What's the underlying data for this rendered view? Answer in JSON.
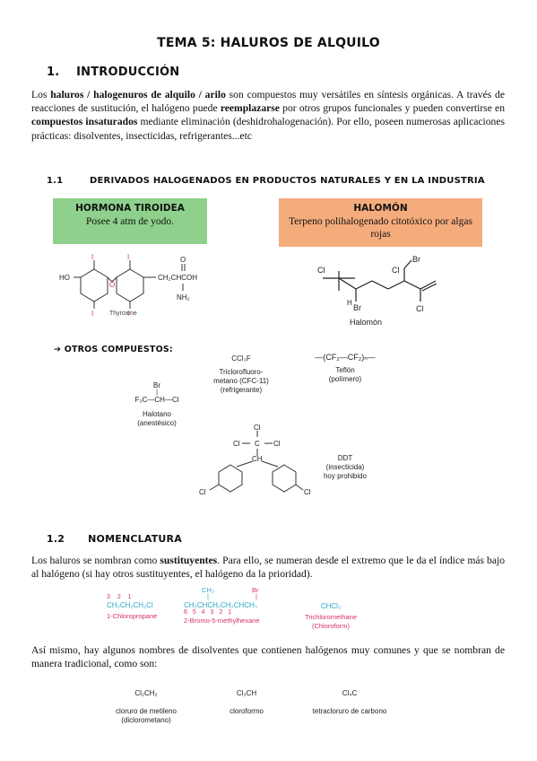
{
  "title": "TEMA 5: HALUROS DE ALQUILO",
  "sec1": {
    "num": "1.",
    "title": "INTRODUCCIÓN"
  },
  "intro": {
    "t1": "Los ",
    "b1": "haluros / halogenuros de alquilo / arilo",
    "t2": " son compuestos muy versátiles en síntesis orgánicas. A través de reacciones de sustitución, el halógeno puede ",
    "b2": "reemplazarse",
    "t3": " por otros grupos funcionales y pueden convertirse en ",
    "b3": "compuestos insaturados",
    "t4": " mediante eliminación (deshidrohalogenación). Por ello, poseen numerosas aplicaciones prácticas: disolventes, insecticidas, refrigerantes...etc"
  },
  "sec11": {
    "num": "1.1",
    "title": "DERIVADOS HALOGENADOS EN PRODUCTOS NATURALES Y EN LA INDUSTRIA"
  },
  "box_green": {
    "title": "HORMONA TIROIDEA",
    "desc": "Posee 4 atm de yodo.",
    "color": "#8fd18c"
  },
  "box_orange": {
    "title": "HALOMÓN",
    "desc": "Terpeno polihalogenado citotóxico por algas rojas",
    "color": "#f5ac7d"
  },
  "thyroxine": {
    "i": "I",
    "ho": "HO",
    "o": "O",
    "chain": "CH₂CHCOH",
    "o2": "O",
    "nh2": "NH₂",
    "caption": "Thyroxine"
  },
  "halomon": {
    "cl": "Cl",
    "br": "Br",
    "h": "H",
    "caption": "Halomón"
  },
  "otros": {
    "arrow": "➔",
    "label": "OTROS COMPUESTOS:"
  },
  "cfc": {
    "formula": "CCl₃F",
    "name": "Triclorofluoro-metano (CFC-11)",
    "use": "(refrigerante)"
  },
  "teflon": {
    "formula": "—(CF₂—CF₂)ₙ—",
    "name": "Teflón",
    "use": "(polímero)"
  },
  "halotano": {
    "br": "Br",
    "formula": "F₃C—CH—Cl",
    "name": "Halotano",
    "use": "(anestésico)"
  },
  "ddt": {
    "cl": "Cl",
    "ch": "CH",
    "c": "C",
    "name": "DDT",
    "use": "(insecticida)",
    "note": "hoy prohibido"
  },
  "sec12": {
    "num": "1.2",
    "title": "NOMENCLATURA"
  },
  "nomen": {
    "t1": "Los haluros se nombran como ",
    "b1": "sustituyentes",
    "t2": ". Para ello, se numeran desde el extremo que le da el índice más bajo al halógeno (si hay otros sustituyentes, el halógeno da la prioridad)."
  },
  "examples": [
    {
      "nums": "3  2  1",
      "formula": "CH₃CH₂CH₂Cl",
      "name": "1-Chloropropane"
    },
    {
      "top1": "CH₃",
      "top2": "Br",
      "formula": "CH₃CHCH₂CH₂CHCH₃",
      "nums": "6  5  4  3  2  1",
      "name": "2-Bromo-5-methylhexane"
    },
    {
      "formula": "CHCl₃",
      "name": "Trichloromethane",
      "name2": "(Chloroform)"
    }
  ],
  "trad_text": "Así mismo, hay algunos nombres de disolventes que contienen halógenos muy comunes y que se nombran de manera tradicional, como son:",
  "solvents": [
    {
      "formula": "Cl₂CH₂",
      "name": "cloruro de metileno",
      "name2": "(diclorometano)"
    },
    {
      "formula": "Cl₃CH",
      "name": "cloroformo"
    },
    {
      "formula": "Cl₄C",
      "name": "tetracloruro de carbono"
    }
  ],
  "colors": {
    "pink": "#d6316e",
    "blue": "#2aa7c9"
  }
}
